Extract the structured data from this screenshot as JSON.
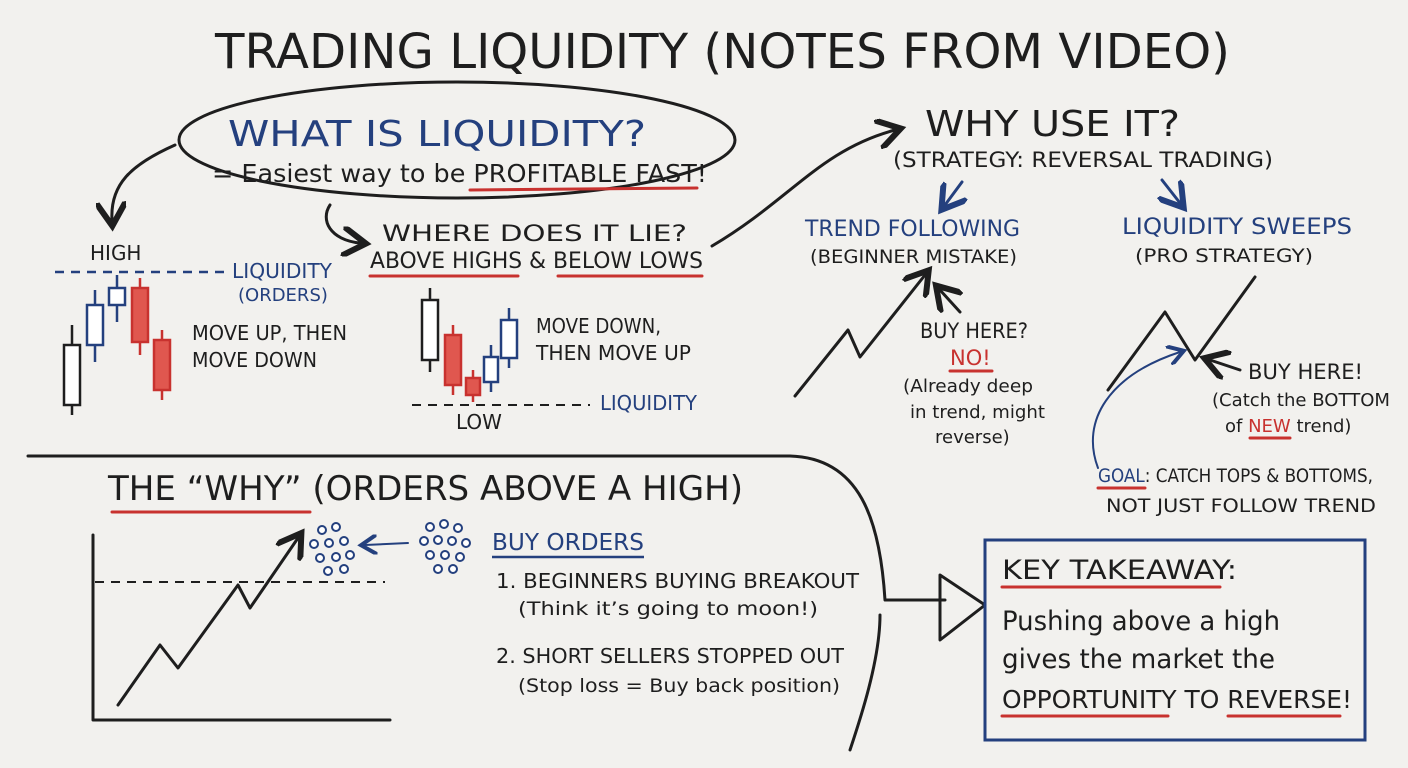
{
  "title": "TRADING LIQUIDITY (NOTES FROM VIDEO)",
  "what_is": {
    "heading": "WHAT IS LIQUIDITY?",
    "prefix": "= Easiest way to be ",
    "highlight": "PROFITABLE FAST!"
  },
  "left_example": {
    "high_label": "HIGH",
    "liquidity_label": "LIQUIDITY",
    "orders_label": "(ORDERS)",
    "move_line1": "MOVE UP, THEN",
    "move_line2": "MOVE DOWN"
  },
  "where": {
    "question": "WHERE DOES IT LIE?",
    "answer_a": "ABOVE HIGHS",
    "answer_amp": " & ",
    "answer_b": "BELOW LOWS",
    "move_line1": "MOVE DOWN,",
    "move_line2": "THEN MOVE UP",
    "liquidity_label": "LIQUIDITY",
    "low_label": "LOW"
  },
  "why_use": {
    "heading": "WHY USE IT?",
    "subheading": "(STRATEGY: REVERSAL TRADING)",
    "trend": {
      "title": "TREND FOLLOWING",
      "subtitle": "(BEGINNER MISTAKE)",
      "buy_here": "BUY HERE?",
      "no": "NO!",
      "note_line1": "(Already deep",
      "note_line2": "in trend, might",
      "note_line3": "reverse)"
    },
    "sweeps": {
      "title": "LIQUIDITY SWEEPS",
      "subtitle": "(PRO STRATEGY)",
      "buy_here": "BUY HERE!",
      "note_line1": "(Catch the BOTTOM",
      "note_line2_prefix": "of ",
      "note_line2_new": "NEW",
      "note_line2_suffix": " trend)"
    },
    "goal_label": "GOAL",
    "goal_line1": ": CATCH TOPS & BOTTOMS,",
    "goal_line2": "NOT JUST FOLLOW TREND"
  },
  "the_why": {
    "heading_a": "THE “WHY”",
    "heading_b": " (ORDERS ABOVE A HIGH)",
    "buy_orders": "BUY ORDERS",
    "item1": "1. BEGINNERS BUYING BREAKOUT",
    "item1_note": "(Think it’s going to moon!)",
    "item2": "2. SHORT SELLERS STOPPED OUT",
    "item2_note": "(Stop loss = Buy back position)"
  },
  "takeaway": {
    "heading": "KEY TAKEAWAY:",
    "line1": "Pushing above a high",
    "line2": "gives the market the",
    "line3_a": "OPPORTUNITY",
    "line3_b": " TO ",
    "line3_c": "REVERSE",
    "line3_d": "!"
  },
  "colors": {
    "ink": "#1e1e1e",
    "blue": "#24407e",
    "red": "#c8322f",
    "board": "#f2f1ee"
  }
}
